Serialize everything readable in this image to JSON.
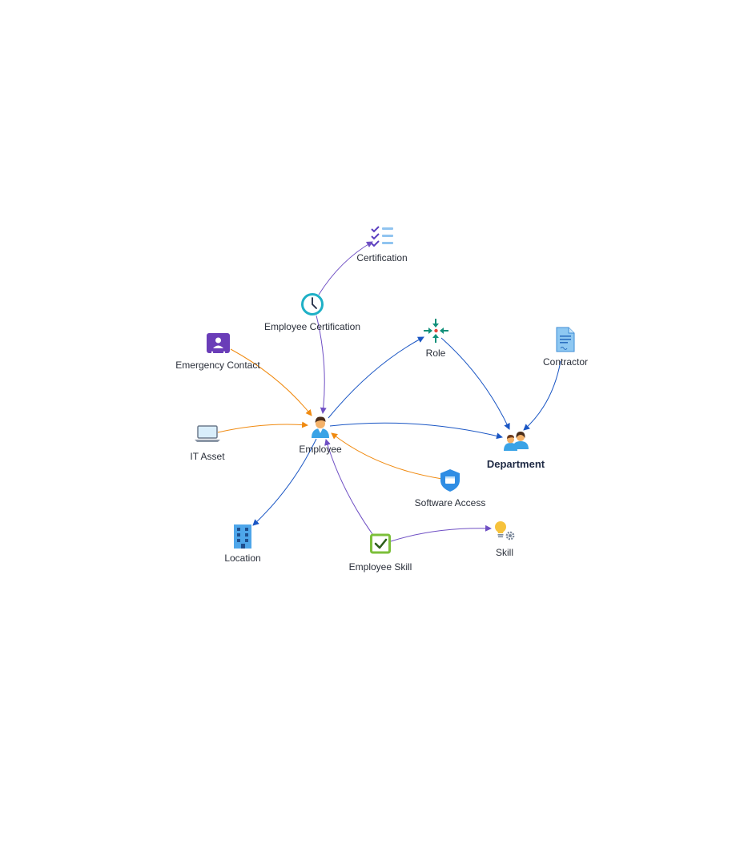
{
  "diagram": {
    "nodes": [
      {
        "id": "certification",
        "label": "Certification",
        "icon": "checklist-icon"
      },
      {
        "id": "employee_certification",
        "label": "Employee Certification",
        "icon": "clock-icon"
      },
      {
        "id": "emergency_contact",
        "label": "Emergency Contact",
        "icon": "contact-card-icon"
      },
      {
        "id": "role",
        "label": "Role",
        "icon": "converge-arrows-icon"
      },
      {
        "id": "contractor",
        "label": "Contractor",
        "icon": "document-icon"
      },
      {
        "id": "it_asset",
        "label": "IT Asset",
        "icon": "laptop-icon"
      },
      {
        "id": "employee",
        "label": "Employee",
        "icon": "person-icon"
      },
      {
        "id": "department",
        "label": "Department",
        "icon": "people-icon"
      },
      {
        "id": "software_access",
        "label": "Software Access",
        "icon": "shield-icon"
      },
      {
        "id": "location",
        "label": "Location",
        "icon": "building-icon"
      },
      {
        "id": "employee_skill",
        "label": "Employee Skill",
        "icon": "checkbox-icon"
      },
      {
        "id": "skill",
        "label": "Skill",
        "icon": "lightbulb-gear-icon"
      }
    ],
    "edges": [
      {
        "from": "employee_certification",
        "to": "certification",
        "color": "#6f4fc4"
      },
      {
        "from": "employee_certification",
        "to": "employee",
        "color": "#6f4fc4"
      },
      {
        "from": "emergency_contact",
        "to": "employee",
        "color": "#f08a10"
      },
      {
        "from": "it_asset",
        "to": "employee",
        "color": "#f08a10"
      },
      {
        "from": "employee",
        "to": "role",
        "color": "#1a56c4"
      },
      {
        "from": "employee",
        "to": "department",
        "color": "#1a56c4"
      },
      {
        "from": "role",
        "to": "department",
        "color": "#1a56c4"
      },
      {
        "from": "contractor",
        "to": "department",
        "color": "#1a56c4"
      },
      {
        "from": "software_access",
        "to": "employee",
        "color": "#f08a10"
      },
      {
        "from": "employee",
        "to": "location",
        "color": "#1a56c4"
      },
      {
        "from": "employee_skill",
        "to": "employee",
        "color": "#6f4fc4"
      },
      {
        "from": "employee_skill",
        "to": "skill",
        "color": "#6f4fc4"
      }
    ]
  }
}
